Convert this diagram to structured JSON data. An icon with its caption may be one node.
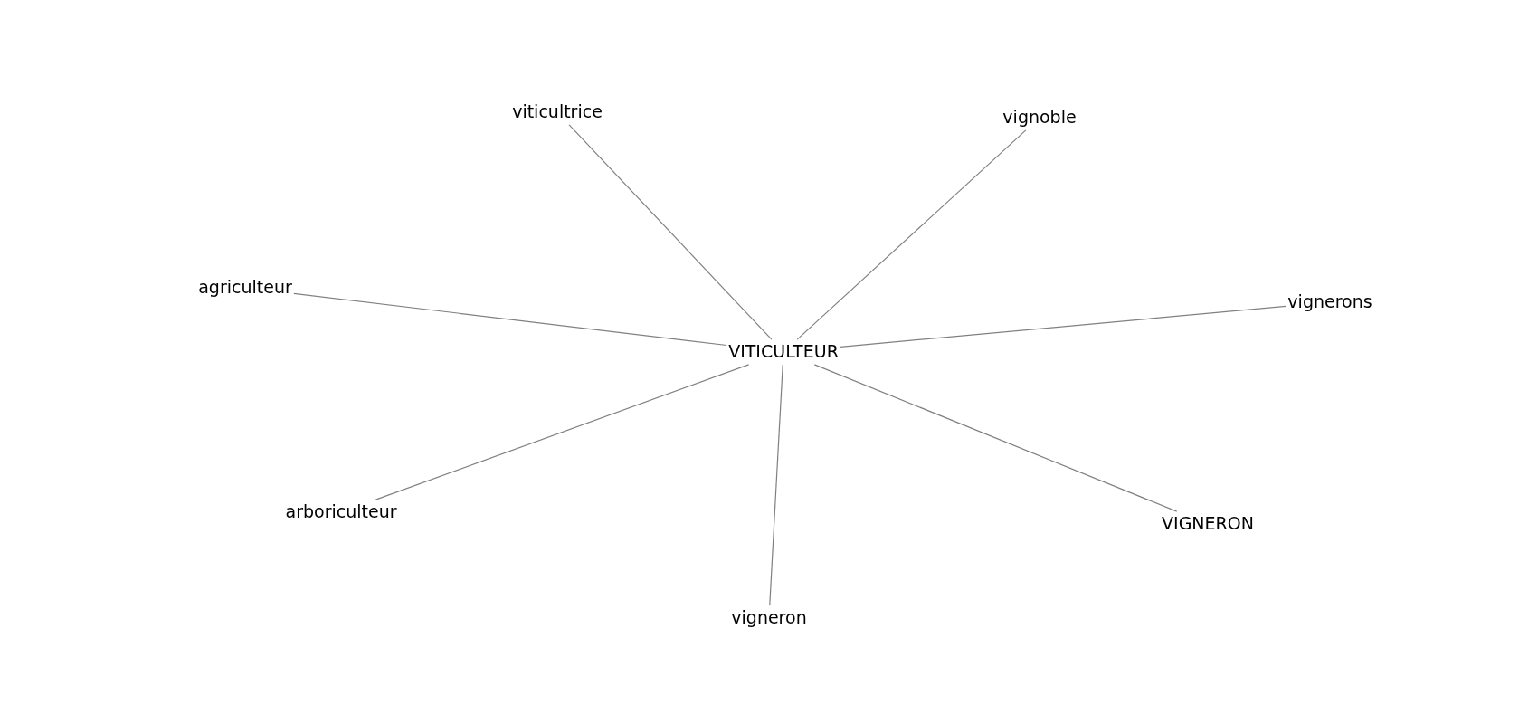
{
  "diagram": {
    "nodes": [
      {
        "text": [
          "VITICULTEUR"
        ]
      },
      {
        "text": [
          "viticultrice"
        ]
      },
      {
        "text": [
          "vignoble"
        ]
      },
      {
        "text": [
          "agriculteur"
        ]
      },
      {
        "text": [
          "vignerons"
        ]
      },
      {
        "text": [
          "arboriculteur"
        ]
      },
      {
        "text": [
          "VIGNERON"
        ]
      },
      {
        "text": [
          "vigneron"
        ]
      }
    ],
    "edges": [
      {
        "from": 0,
        "to": 1,
        "arrow": "none"
      },
      {
        "from": 0,
        "to": 2,
        "arrow": "none"
      },
      {
        "from": 0,
        "to": 3,
        "arrow": "none"
      },
      {
        "from": 0,
        "to": 4,
        "arrow": "none"
      },
      {
        "from": 0,
        "to": 5,
        "arrow": "none"
      },
      {
        "from": 0,
        "to": 6,
        "arrow": "none"
      },
      {
        "from": 0,
        "to": 7,
        "arrow": "none"
      }
    ]
  }
}
